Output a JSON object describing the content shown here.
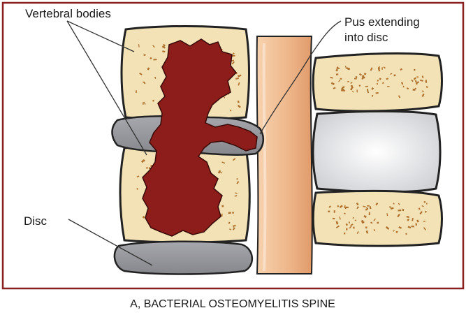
{
  "labels": {
    "vertebral_bodies": "Vertebral bodies",
    "pus_line1": "Pus extending",
    "pus_line2": "into disc",
    "disc": "Disc"
  },
  "caption": "A, BACTERIAL OSTEOMYELITIS SPINE",
  "colors": {
    "frame": "#8b1f1f",
    "bone_fill": "#f2e2b6",
    "trabecula": "#b0712e",
    "pus": "#8c1d1a",
    "disc": "#9c9da2",
    "cord": "#efb88c",
    "healthy_disc": "#e3e5e8"
  }
}
